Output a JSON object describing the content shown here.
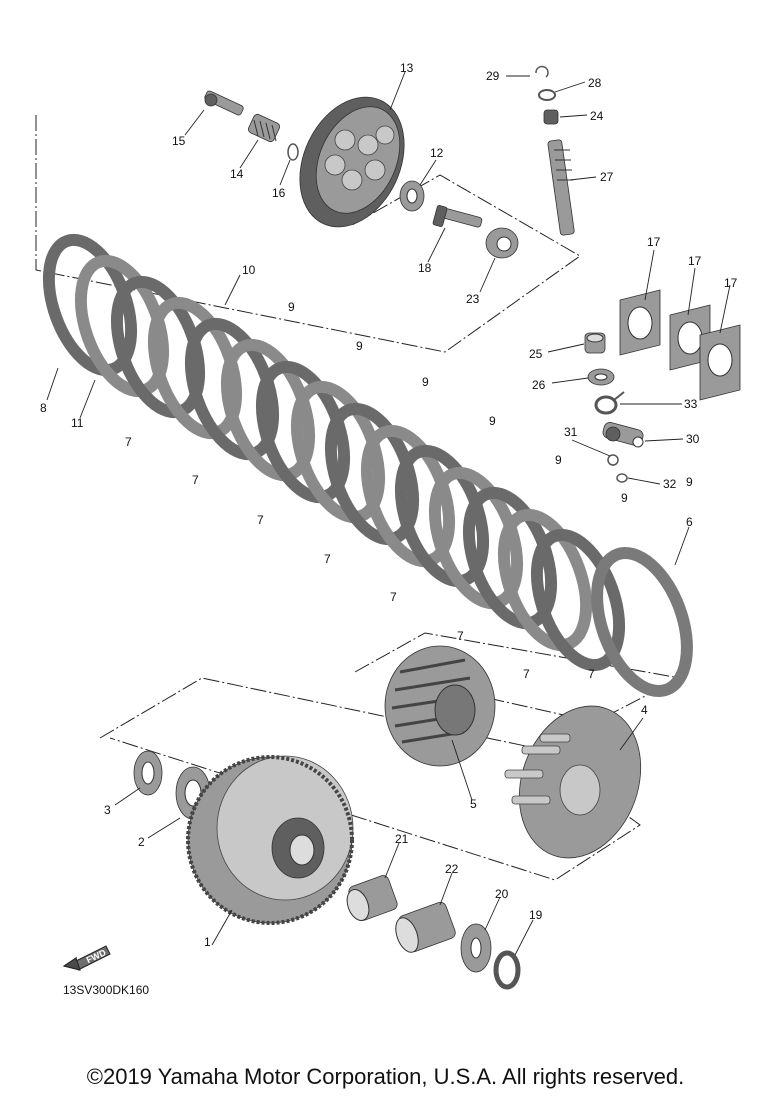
{
  "diagram": {
    "drawing_code": "13SV300DK160",
    "copyright": "©2019 Yamaha Motor Corporation, U.S.A. All rights reserved.",
    "fwd_label": "FWD",
    "callouts": [
      "1",
      "2",
      "3",
      "4",
      "5",
      "6",
      "7",
      "7",
      "7",
      "7",
      "7",
      "7",
      "7",
      "7",
      "8",
      "9",
      "9",
      "9",
      "9",
      "9",
      "9",
      "9",
      "10",
      "11",
      "12",
      "13",
      "14",
      "15",
      "16",
      "17",
      "17",
      "17",
      "18",
      "19",
      "20",
      "21",
      "22",
      "23",
      "24",
      "25",
      "26",
      "27",
      "28",
      "29",
      "30",
      "31",
      "32",
      "33"
    ],
    "icons": {
      "fwd": "fwd-arrow-icon"
    },
    "colors": {
      "ink": "#111111",
      "part_dark": "#5f5f5f",
      "part_mid": "#9a9a9a",
      "part_light": "#c8c8c8"
    }
  }
}
